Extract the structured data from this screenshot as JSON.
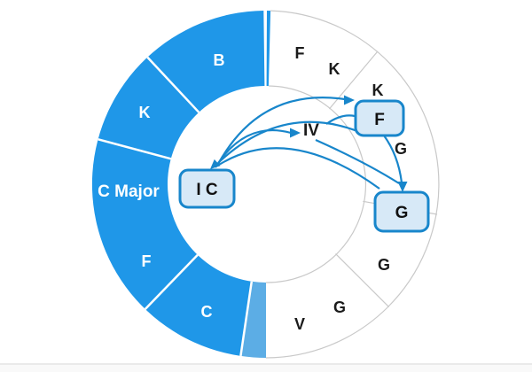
{
  "wheel": {
    "colors": {
      "primary_blue": "#1f97e8",
      "light_blue": "#5cade5",
      "box_fill": "#d7e9f7",
      "box_border": "#1886cb",
      "arrow_blue": "#1886cb",
      "divider_gray": "#c9c9c9",
      "label_on_blue": "#ffffff",
      "label_on_white": "#1b1b1b"
    },
    "blue_segments": [
      {
        "label": "B"
      },
      {
        "label": "K"
      },
      {
        "label": "C Major"
      },
      {
        "label": "F"
      },
      {
        "label": "C"
      }
    ],
    "white_labels": [
      {
        "label": "F"
      },
      {
        "label": "K"
      },
      {
        "label": "K"
      },
      {
        "label": "G"
      },
      {
        "label": "G"
      },
      {
        "label": "G"
      },
      {
        "label": "V"
      }
    ],
    "center_label": "IV",
    "boxes": [
      {
        "label": "I C"
      },
      {
        "label": "F"
      },
      {
        "label": "G"
      }
    ]
  }
}
